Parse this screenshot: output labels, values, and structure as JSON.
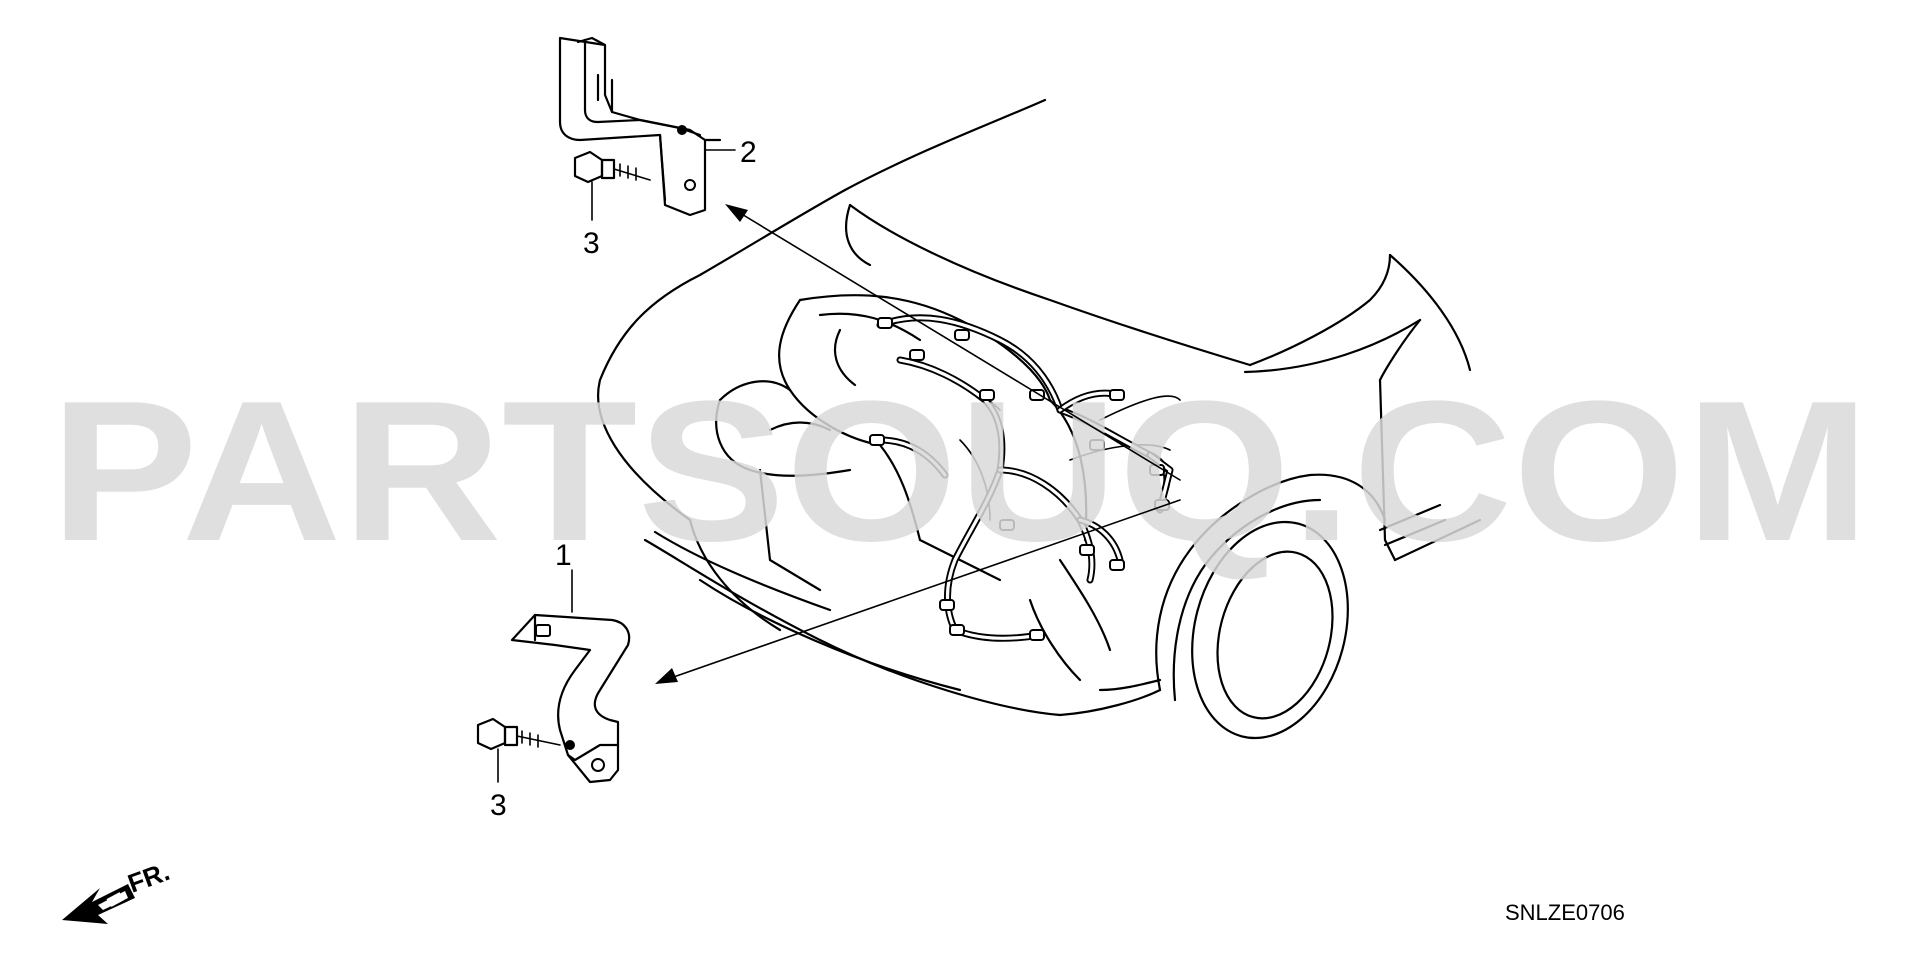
{
  "watermark": "PARTSOUQ.COM",
  "callouts": [
    {
      "id": "part-1",
      "label": "1"
    },
    {
      "id": "part-2",
      "label": "2"
    },
    {
      "id": "part-3-upper",
      "label": "3"
    },
    {
      "id": "part-3-lower",
      "label": "3"
    }
  ],
  "direction_label": "FR.",
  "diagram_code": "SNLZE0706"
}
